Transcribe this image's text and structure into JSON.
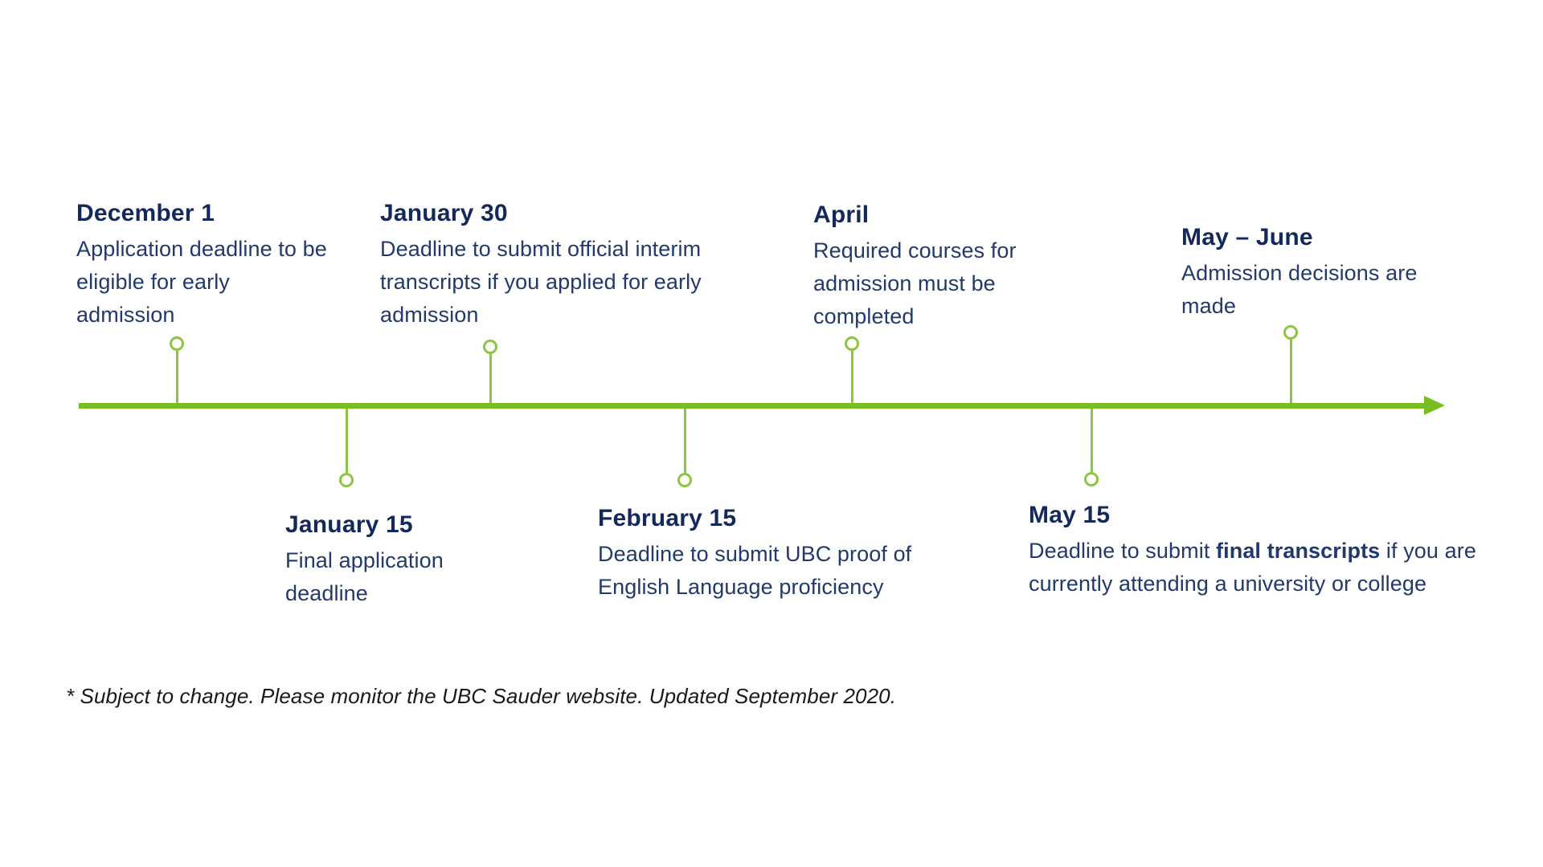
{
  "page": {
    "background": "#ffffff",
    "footnote": "* Subject to change. Please monitor the UBC Sauder website. Updated September 2020."
  },
  "colors": {
    "axis_green": "#79be20",
    "connector_green": "#8cc63f",
    "heading_navy": "#14295b",
    "body_navy": "#22396b",
    "footnote_black": "#191919"
  },
  "timeline": {
    "direction": "left-to-right",
    "events_above": [
      {
        "date": "December 1",
        "desc": "Application deadline to be eligible for early admission"
      },
      {
        "date": "January 30",
        "desc": "Deadline to submit official interim transcripts if you applied for early admission"
      },
      {
        "date": "April",
        "desc": "Required courses for admission must be completed"
      },
      {
        "date": "May – June",
        "desc": "Admission decisions are made"
      }
    ],
    "events_below": [
      {
        "date": "January 15",
        "desc": "Final application deadline"
      },
      {
        "date": "February 15",
        "desc": "Deadline to submit UBC proof of English Language proficiency"
      },
      {
        "date": "May 15",
        "desc_pre": "Deadline to submit ",
        "desc_bold": "final transcripts",
        "desc_post": " if you are currently attending a university or college"
      }
    ]
  }
}
